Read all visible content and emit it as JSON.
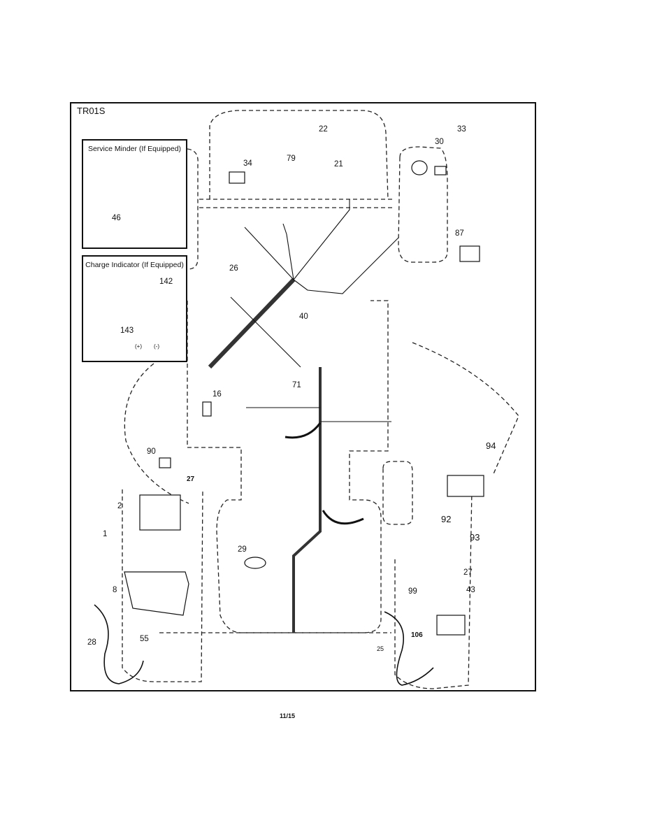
{
  "diagram": {
    "code": "TR01S",
    "page_number": "11/15",
    "insets": {
      "service_minder": {
        "title": "Service Minder (If Equipped)",
        "parts": [
          "46"
        ]
      },
      "charge_indicator": {
        "title": "Charge Indicator (If Equipped)",
        "parts": [
          "142",
          "143"
        ],
        "terminal_labels": [
          "(+)",
          "(-)"
        ]
      }
    },
    "callouts": [
      {
        "id": "c22",
        "text": "22"
      },
      {
        "id": "c79",
        "text": "79"
      },
      {
        "id": "c21",
        "text": "21"
      },
      {
        "id": "c34",
        "text": "34"
      },
      {
        "id": "c30",
        "text": "30"
      },
      {
        "id": "c33",
        "text": "33"
      },
      {
        "id": "c87",
        "text": "87"
      },
      {
        "id": "c26",
        "text": "26"
      },
      {
        "id": "c40",
        "text": "40"
      },
      {
        "id": "c71",
        "text": "71"
      },
      {
        "id": "c16",
        "text": "16"
      },
      {
        "id": "c90",
        "text": "90"
      },
      {
        "id": "c27a",
        "text": "27"
      },
      {
        "id": "c2",
        "text": "2"
      },
      {
        "id": "c1",
        "text": "1"
      },
      {
        "id": "c29",
        "text": "29"
      },
      {
        "id": "c8",
        "text": "8"
      },
      {
        "id": "c28",
        "text": "28"
      },
      {
        "id": "c55",
        "text": "55"
      },
      {
        "id": "c94",
        "text": "94"
      },
      {
        "id": "c92",
        "text": "92"
      },
      {
        "id": "c93",
        "text": "93"
      },
      {
        "id": "c27b",
        "text": "27"
      },
      {
        "id": "c99",
        "text": "99"
      },
      {
        "id": "c43",
        "text": "43"
      },
      {
        "id": "c106",
        "text": "106"
      },
      {
        "id": "c25",
        "text": "25"
      }
    ]
  }
}
